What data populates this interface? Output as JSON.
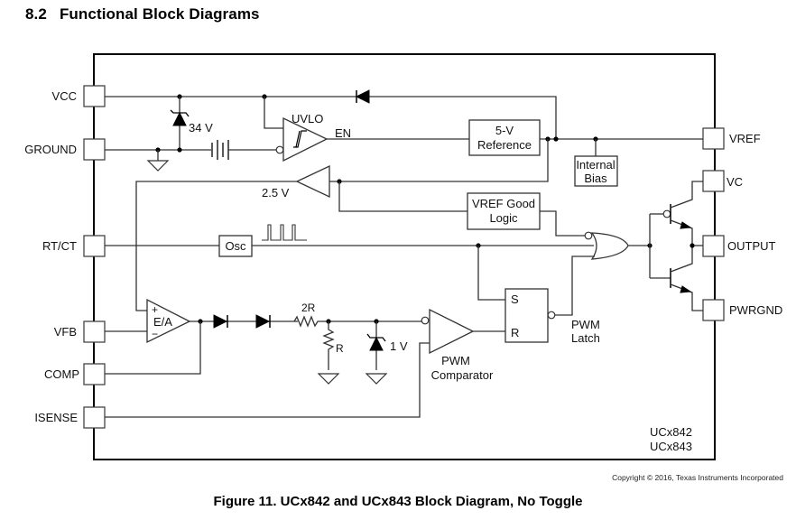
{
  "section": {
    "number": "8.2",
    "title": "Functional Block Diagrams"
  },
  "pins_left": [
    {
      "name": "VCC"
    },
    {
      "name": "GROUND"
    },
    {
      "name": "RT/CT"
    },
    {
      "name": "VFB"
    },
    {
      "name": "COMP"
    },
    {
      "name": "ISENSE"
    }
  ],
  "pins_right": [
    {
      "name": "VREF"
    },
    {
      "name": "VC"
    },
    {
      "name": "OUTPUT"
    },
    {
      "name": "PWRGND"
    }
  ],
  "blocks": {
    "uvlo": "UVLO",
    "en": "EN",
    "reference_line1": "5-V",
    "reference_line2": "Reference",
    "bias_line1": "Internal",
    "bias_line2": "Bias",
    "vref_good_line1": "VREF Good",
    "vref_good_line2": "Logic",
    "osc": "Osc",
    "ea": "E/A",
    "ea_plus": "+",
    "ea_minus": "−",
    "latch_s": "S",
    "latch_r": "R",
    "latch_line1": "PWM",
    "latch_line2": "Latch",
    "comparator_line1": "PWM",
    "comparator_line2": "Comparator"
  },
  "components": {
    "zener_34v": "34 V",
    "buffer_2_5v": "2.5 V",
    "resistor_2r": "2R",
    "resistor_r": "R",
    "zener_1v": "1 V"
  },
  "device_labels": [
    "UCx842",
    "UCx843"
  ],
  "copyright": "Copyright © 2016, Texas Instruments Incorporated",
  "caption": "Figure 11.  UCx842 and UCx843 Block Diagram, No Toggle"
}
